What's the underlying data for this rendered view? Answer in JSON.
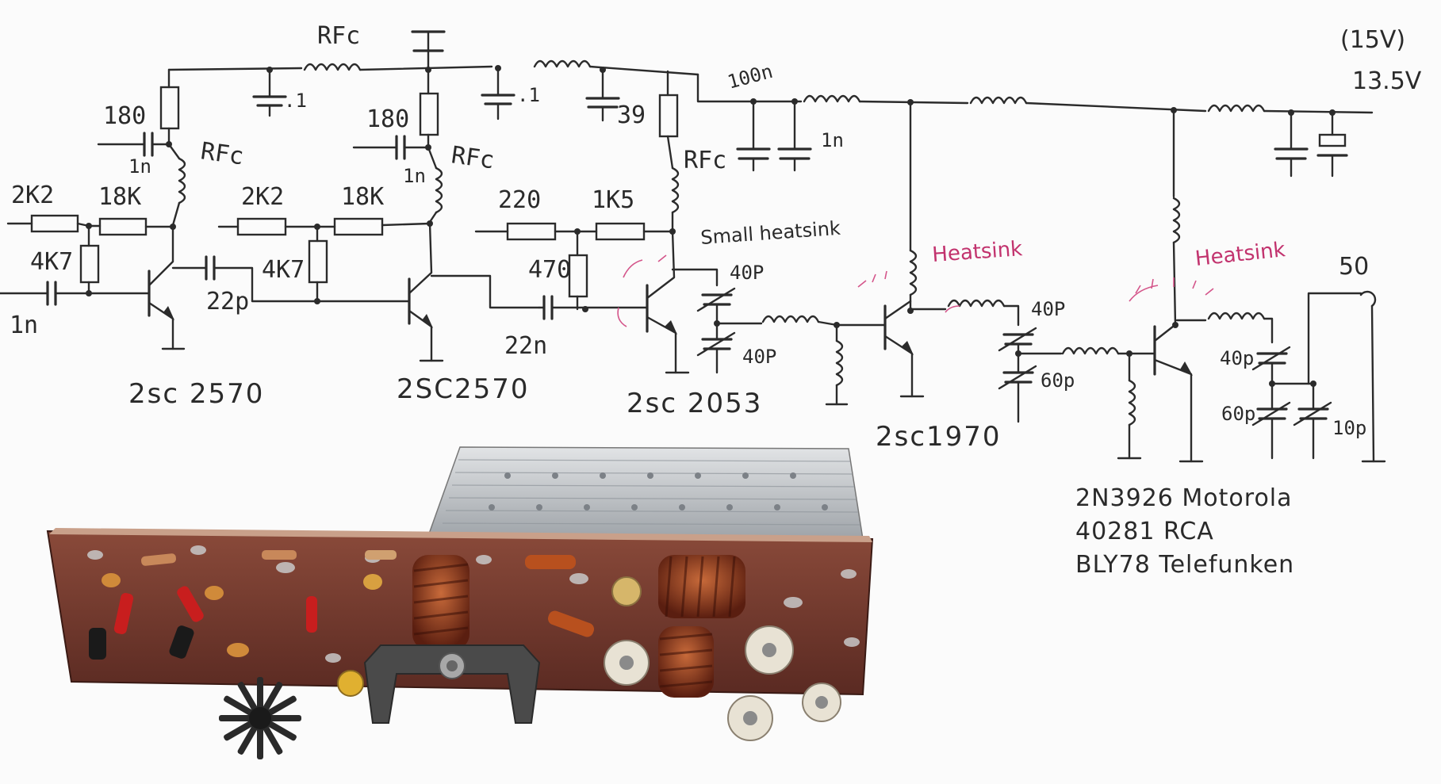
{
  "schematic": {
    "supply": {
      "line1": "(15V)",
      "line2": "13.5V"
    },
    "top_labels": {
      "rfc_top": "RFc",
      "cap_1a": ".1",
      "cap_1b": ".1",
      "cap_39": "39",
      "cap_100n": "100n",
      "cap_1n_top": "1n"
    },
    "stage1": {
      "r_top": "180",
      "cap_bypass": "1n",
      "rfc": "RFc",
      "r_in": "2K2",
      "r_bias": "18K",
      "r_low": "4K7",
      "cap_in": "1n",
      "cap_out": "22p",
      "transistor": "2sc 2570"
    },
    "stage2": {
      "r_top": "180",
      "cap_bypass": "1n",
      "rfc": "RFc",
      "r_in": "2K2",
      "r_bias": "18K",
      "r_low": "4K7",
      "transistor": "2SC2570"
    },
    "stage3": {
      "r_in": "220",
      "r_bias": "1K5",
      "r_low": "470",
      "rfc": "RFc",
      "cap_in": "22n",
      "note": "Small heatsink",
      "trimmer_1": "40P",
      "trimmer_2": "40P",
      "transistor": "2sc 2053"
    },
    "stage4": {
      "note": "Heatsink",
      "trimmer_1": "40P",
      "trimmer_2": "60p",
      "transistor": "2sc1970"
    },
    "stage5": {
      "note": "Heatsink",
      "trimmer_1": "40p",
      "trimmer_2": "60p",
      "trimmer_3": "10p",
      "output": "50"
    },
    "final_options": [
      "2N3926 Motorola",
      "40281  RCA",
      "BLY78 Telefunken"
    ]
  },
  "photo": {
    "description_icon": "pcb-photo"
  }
}
